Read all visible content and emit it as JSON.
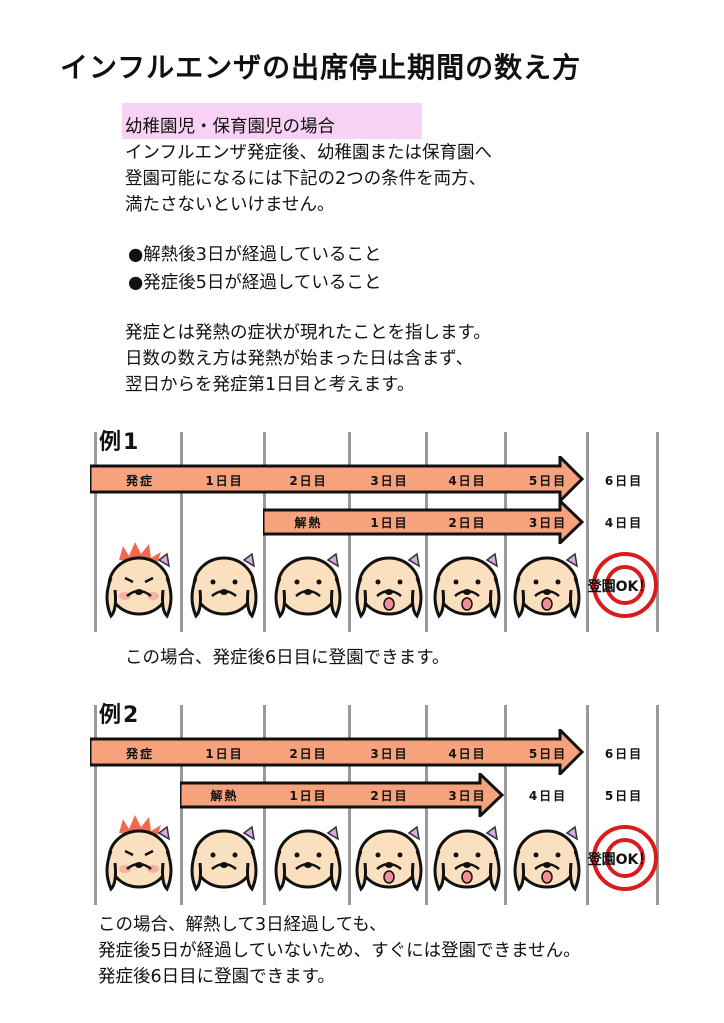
{
  "title": "インフルエンザの出席停止期間の数え方",
  "section_heading": "幼稚園児・保育園児の場合",
  "intro_lines": [
    "インフルエンザ発症後、幼稚園または保育園へ",
    "登園可能になるには下記の2つの条件を両方、",
    "満たさないといけません。"
  ],
  "conditions": [
    "●解熱後3日が経過していること",
    "●発症後5日が経過していること"
  ],
  "explanation_lines": [
    "発症とは発熱の症状が現れたことを指します。",
    "日数の数え方は発熱が始まった日は含まず、",
    "翌日からを発症第1日目と考えます。"
  ],
  "colors": {
    "arrow": "#f6a27c",
    "highlight": "#f8d2f4",
    "ok": "#d91c1c"
  },
  "examples": [
    {
      "label": "例1",
      "onset_row": [
        "発症",
        "1日目",
        "2日目",
        "3日目",
        "4日目",
        "5日目",
        "6日目"
      ],
      "fever_row_start": 2,
      "fever_row": [
        "解熱",
        "1日目",
        "2日目",
        "3日目",
        "4日目"
      ],
      "ok_label": "登園OK！",
      "caption": [
        "この場合、発症後6日目に登園できます。"
      ]
    },
    {
      "label": "例2",
      "onset_row": [
        "発症",
        "1日目",
        "2日目",
        "3日目",
        "4日目",
        "5日目",
        "6日目"
      ],
      "fever_row_start": 1,
      "fever_row": [
        "解熱",
        "1日目",
        "2日目",
        "3日目",
        "4日目",
        "5日目"
      ],
      "ok_label": "登園OK！",
      "caption": [
        "この場合、解熱して3日経過しても、",
        "発症後5日が経過していないため、すぐには登園できません。",
        "発症後6日目に登園できます。"
      ]
    }
  ]
}
